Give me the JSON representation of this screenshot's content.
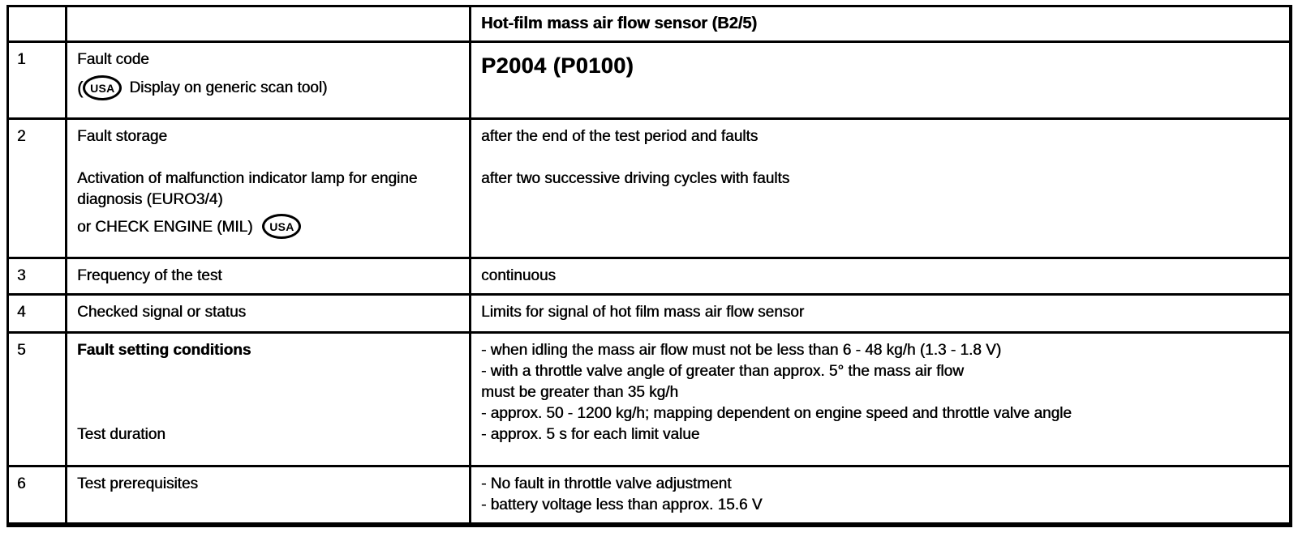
{
  "document": {
    "title": "Hot-film mass air flow sensor (B2/5)",
    "rows": [
      {
        "num": "1",
        "label": "Fault code",
        "paren_open": "(",
        "usa_badge": "USA",
        "label_suffix": "Display on generic scan tool)",
        "value": "P2004 (P0100)"
      },
      {
        "num": "2",
        "label_line1": "Fault storage",
        "label_line2": "Activation of malfunction indicator lamp for engine diagnosis (EURO3/4)",
        "label_line3": "or CHECK ENGINE (MIL)",
        "usa_badge": "USA",
        "value_line1": "after the end of the test period and faults",
        "value_line2": "after two successive driving cycles with faults"
      },
      {
        "num": "3",
        "label": "Frequency of the test",
        "value": "continuous"
      },
      {
        "num": "4",
        "label": "Checked signal or status",
        "value": "Limits for signal of hot film mass air flow sensor"
      },
      {
        "num": "5",
        "label_top": "Fault setting conditions",
        "label_bottom": "Test duration",
        "value_lines": [
          "- when idling the mass air flow must not be less than 6 - 48 kg/h (1.3 - 1.8 V)",
          "- with a throttle valve angle of greater than approx. 5° the mass air flow",
          "must be greater than 35 kg/h",
          "- approx. 50 - 1200 kg/h; mapping dependent on engine speed and throttle valve angle",
          "- approx. 5 s for each limit value"
        ]
      },
      {
        "num": "6",
        "label": "Test prerequisites",
        "value_lines": [
          "- No fault in throttle valve adjustment",
          "- battery voltage less than approx. 15.6 V"
        ]
      }
    ]
  }
}
